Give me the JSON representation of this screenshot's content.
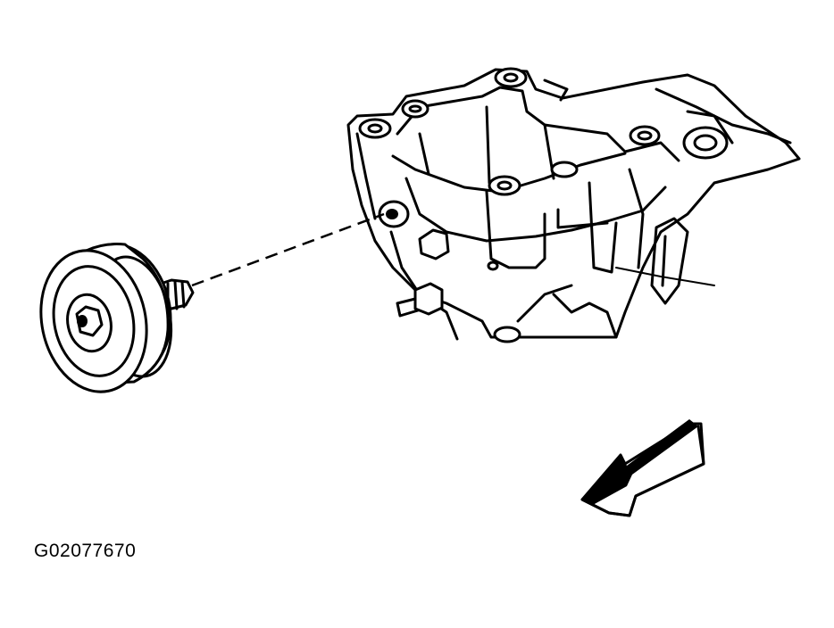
{
  "figure": {
    "id_code": "G02077670"
  },
  "colors": {
    "ink": "#000000",
    "paper": "#ffffff"
  },
  "parts": [
    "idler-pulley",
    "pulley-bolt",
    "engine-bracket",
    "direction-arrow"
  ]
}
